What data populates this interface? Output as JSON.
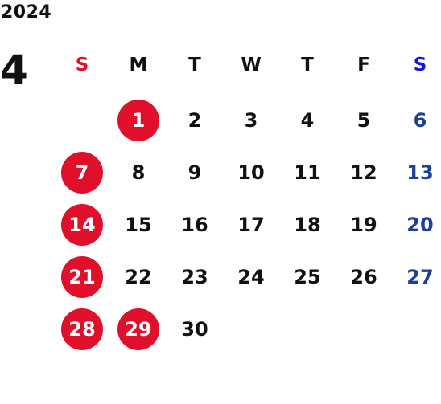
{
  "calendar": {
    "year": "2024",
    "month": "4",
    "weekdays": [
      "S",
      "M",
      "T",
      "W",
      "T",
      "F",
      "S"
    ],
    "weeks": [
      [
        "",
        "1",
        "2",
        "3",
        "4",
        "5",
        "6"
      ],
      [
        "7",
        "8",
        "9",
        "10",
        "11",
        "12",
        "13"
      ],
      [
        "14",
        "15",
        "16",
        "17",
        "18",
        "19",
        "20"
      ],
      [
        "21",
        "22",
        "23",
        "24",
        "25",
        "26",
        "27"
      ],
      [
        "28",
        "29",
        "30",
        "",
        "",
        "",
        ""
      ]
    ],
    "highlighted_days": [
      "1",
      "7",
      "14",
      "21",
      "28",
      "29"
    ],
    "colors": {
      "holiday_fill": "#e0102b",
      "sunday_header": "#e0102b",
      "saturday_header": "#1515d6",
      "saturday_date": "#1e3f9a",
      "text": "#111111"
    }
  }
}
